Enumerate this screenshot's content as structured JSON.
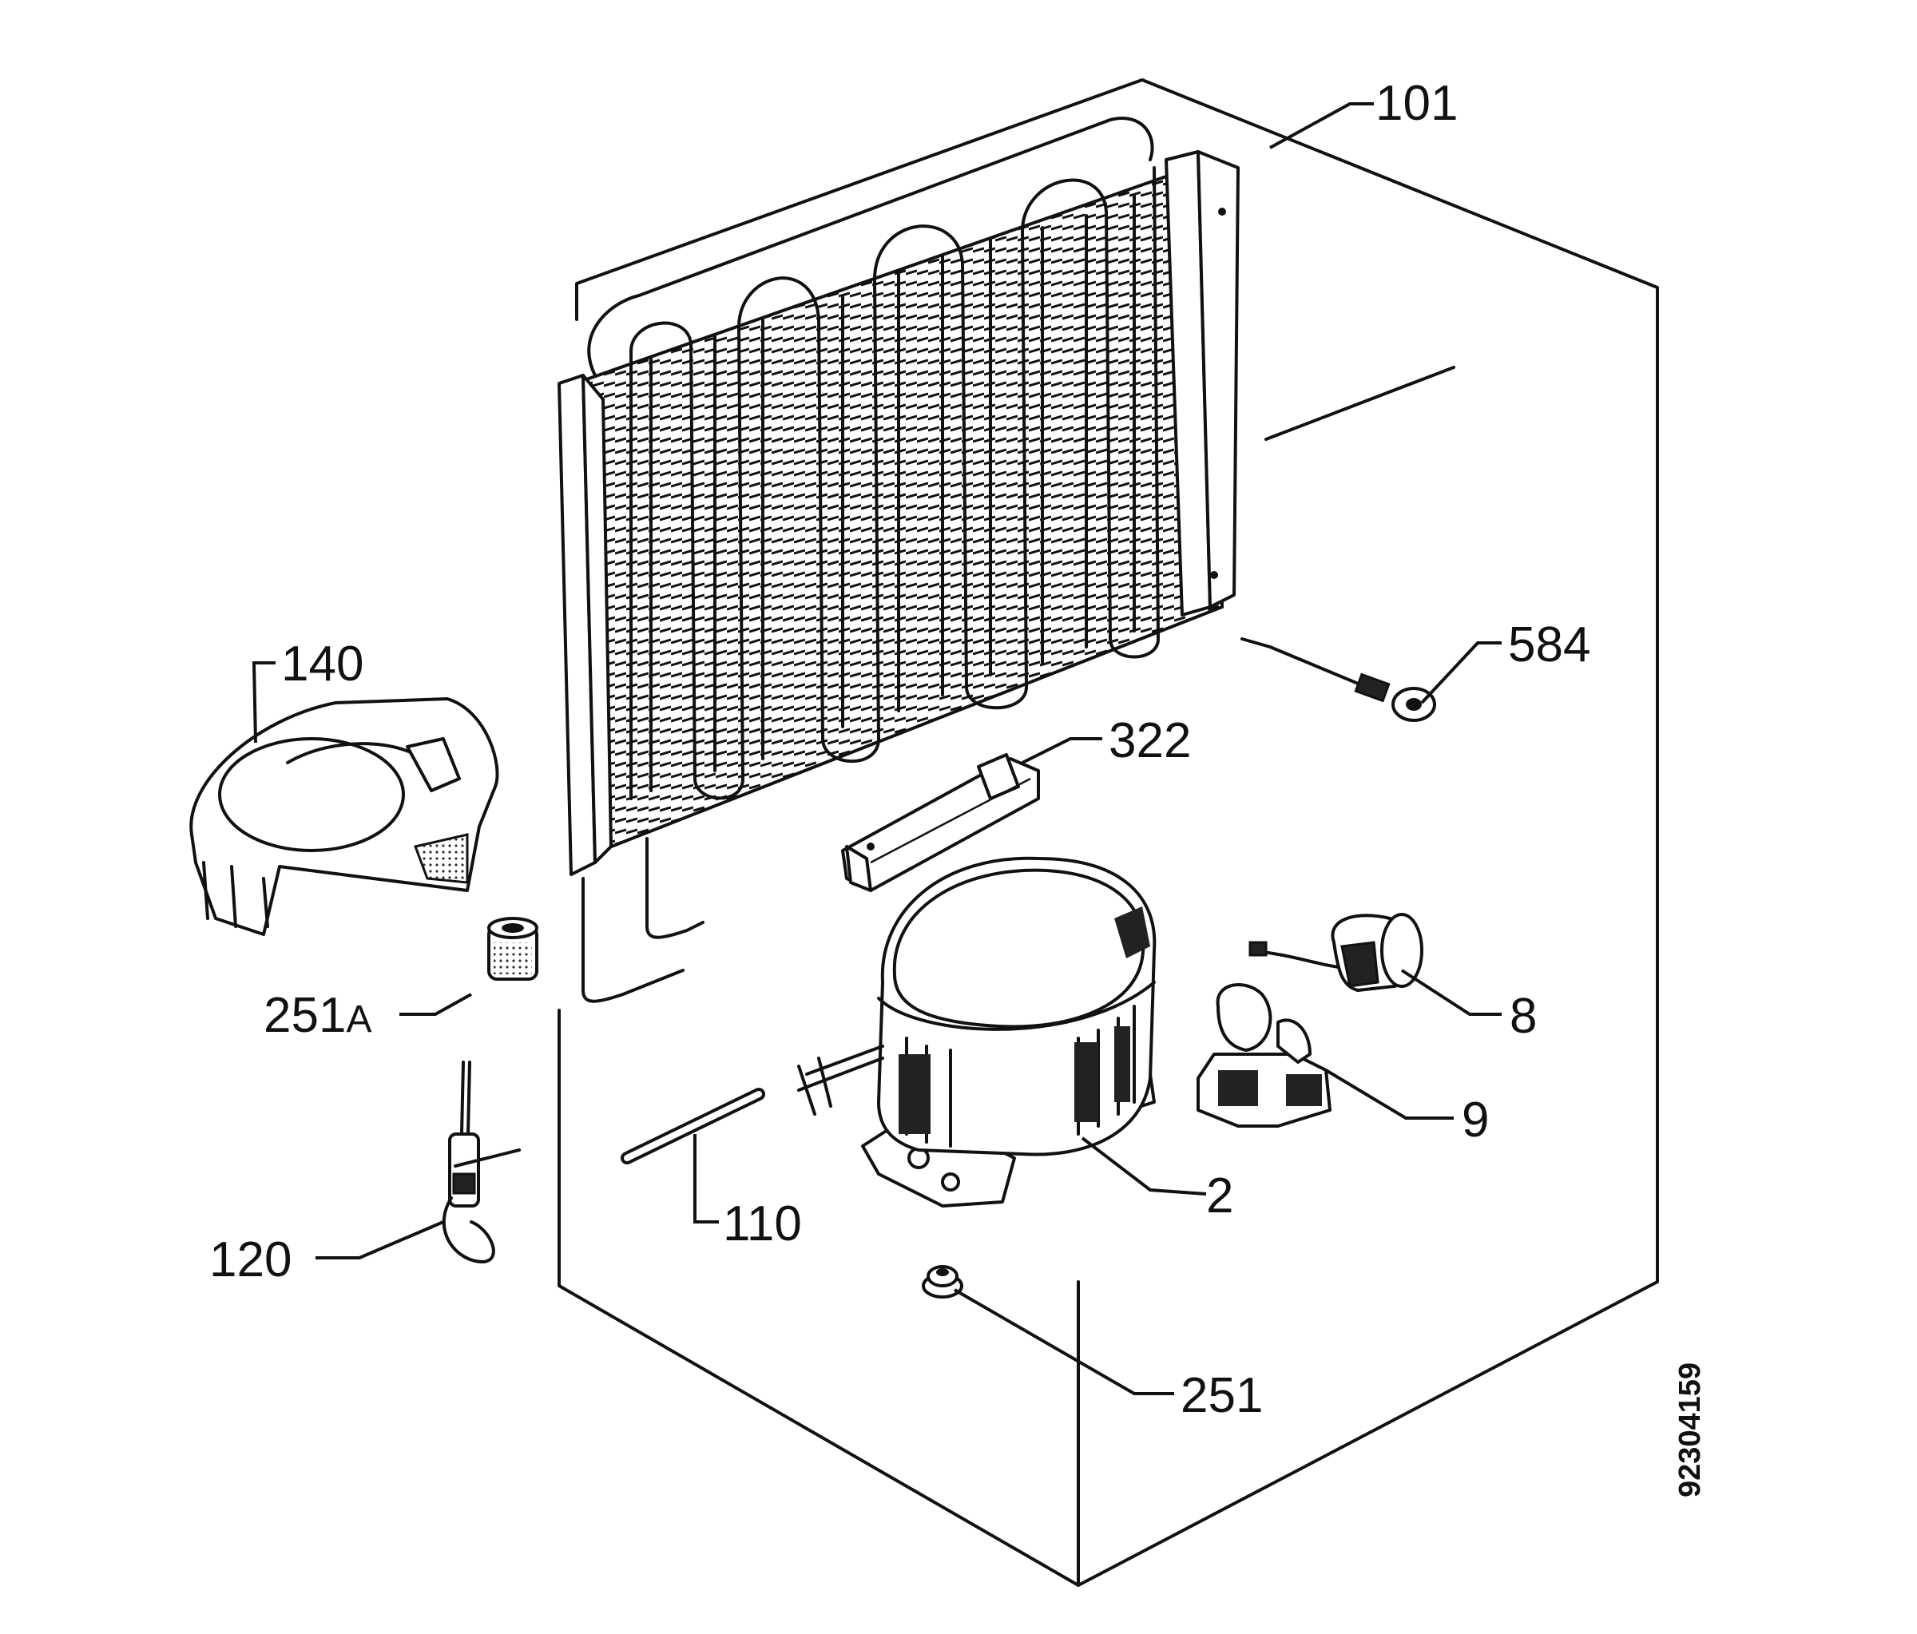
{
  "diagram": {
    "doc_number": "92304159",
    "callouts": {
      "c101": "101",
      "c584": "584",
      "c322": "322",
      "c140": "140",
      "c251A_num": "251",
      "c251A_suffix": "A",
      "c8": "8",
      "c9": "9",
      "c2": "2",
      "c110": "110",
      "c120": "120",
      "c251": "251"
    }
  }
}
